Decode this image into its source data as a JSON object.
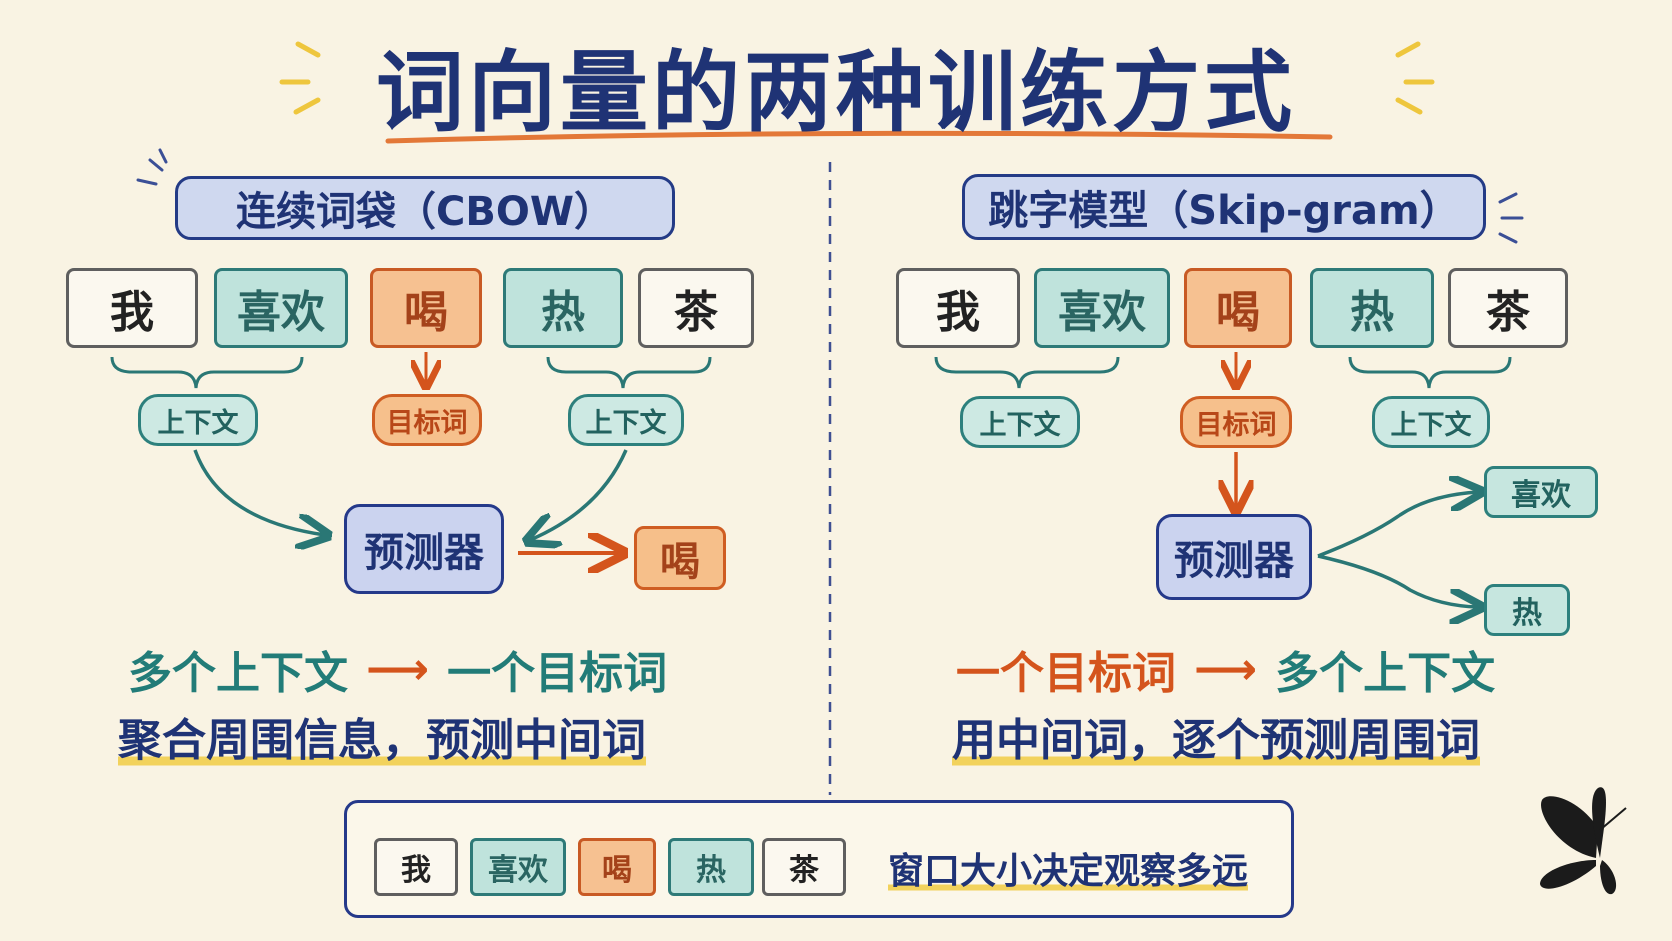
{
  "title": "词向量的两种训练方式",
  "cbow": {
    "heading": "连续词袋（CBOW）",
    "words": [
      "我",
      "喜欢",
      "喝",
      "热",
      "茶"
    ],
    "context_label_left": "上下文",
    "target_label": "目标词",
    "context_label_right": "上下文",
    "predictor": "预测器",
    "output": "喝",
    "summary_from": "多个上下文",
    "summary_to": "一个目标词",
    "summary_desc": "聚合周围信息，预测中间词"
  },
  "skipgram": {
    "heading": "跳字模型（Skip-gram）",
    "words": [
      "我",
      "喜欢",
      "喝",
      "热",
      "茶"
    ],
    "context_label_left": "上下文",
    "target_label": "目标词",
    "context_label_right": "上下文",
    "predictor": "预测器",
    "output_top": "喜欢",
    "output_bottom": "热",
    "summary_from": "一个目标词",
    "summary_to": "多个上下文",
    "summary_desc": "用中间词，逐个预测周围词"
  },
  "window": {
    "words": [
      "我",
      "喜欢",
      "喝",
      "热",
      "茶"
    ],
    "caption": "窗口大小决定观察多远"
  },
  "colors": {
    "navy": "#1f3375",
    "teal": "#2e7a78",
    "orange": "#d4541c",
    "highlight": "#f2d25c",
    "background": "#f9f3e3"
  },
  "icons": {
    "arrow": "right-arrow-icon",
    "logo": "butterfly-icon"
  }
}
